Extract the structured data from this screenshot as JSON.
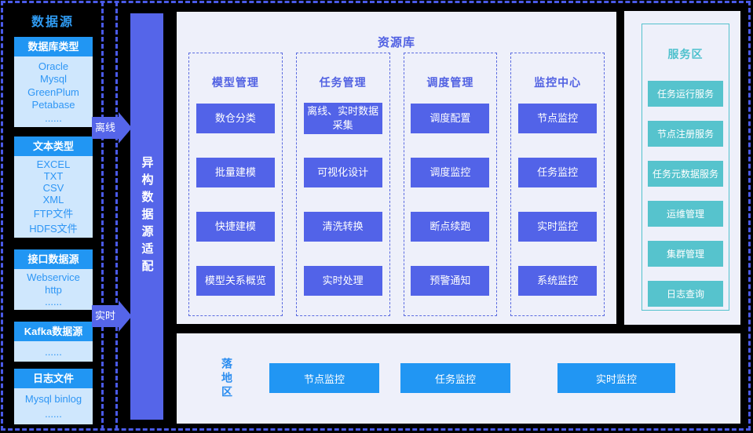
{
  "colors": {
    "background": "#000000",
    "dashed_border": "#4a5ae8",
    "blue_accent": "#2196f3",
    "light_blue": "#cfe7fd",
    "purple_accent": "#5263e8",
    "panel_bg": "#eef0fa",
    "teal_accent": "#56c3cd"
  },
  "source_panel": {
    "title": "数据源",
    "boxes": [
      {
        "title": "数据库类型",
        "items": [
          "Oracle",
          "Mysql",
          "GreenPlum",
          "Petabase",
          "......"
        ]
      },
      {
        "title": "文本类型",
        "items": [
          "EXCEL",
          "TXT",
          "CSV",
          "XML",
          "FTP文件",
          "HDFS文件"
        ]
      },
      {
        "title": "接口数据源",
        "items": [
          "Webservice",
          "http",
          "......"
        ]
      },
      {
        "title": "Kafka数据源",
        "items": [
          "......"
        ]
      },
      {
        "title": "日志文件",
        "items": [
          "Mysql binlog",
          "......"
        ]
      }
    ]
  },
  "flow": {
    "offline_label": "离线",
    "realtime_label": "实时",
    "adapter_label": "异构数据源适配"
  },
  "resource_area": {
    "title": "资源库",
    "columns": [
      {
        "title": "模型管理",
        "items": [
          "数仓分类",
          "批量建模",
          "快捷建模",
          "模型关系概览"
        ]
      },
      {
        "title": "任务管理",
        "items": [
          "离线、实时数据采集",
          "可视化设计",
          "清洗转换",
          "实时处理"
        ]
      },
      {
        "title": "调度管理",
        "items": [
          "调度配置",
          "调度监控",
          "断点续跑",
          "预警通知"
        ]
      },
      {
        "title": "监控中心",
        "items": [
          "节点监控",
          "任务监控",
          "实时监控",
          "系统监控"
        ]
      }
    ]
  },
  "landing_area": {
    "title": "落地区",
    "buttons": [
      "节点监控",
      "任务监控",
      "实时监控"
    ]
  },
  "service_area": {
    "title": "服务区",
    "buttons": [
      "任务运行服务",
      "节点注册服务",
      "任务元数据服务",
      "运维管理",
      "集群管理",
      "日志查询"
    ]
  }
}
